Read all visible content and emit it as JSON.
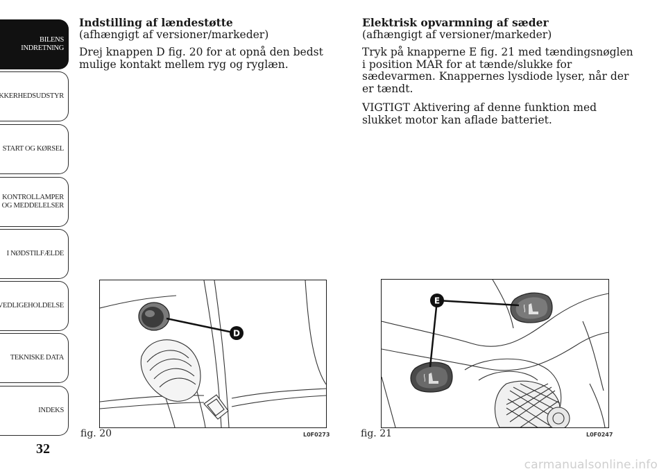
{
  "sidebar": {
    "tabs": [
      {
        "label": "BILENS\nINDRETNING",
        "active": true
      },
      {
        "label": "SIKKERHEDSUDSTYR",
        "active": false
      },
      {
        "label": "START OG KØRSEL",
        "active": false
      },
      {
        "label": "KONTROLLAMPER\nOG MEDDELELSER",
        "active": false
      },
      {
        "label": "I NØDSTILFÆLDE",
        "active": false
      },
      {
        "label": "VEDLIGEHOLDELSE",
        "active": false
      },
      {
        "label": "TEKNISKE DATA",
        "active": false
      },
      {
        "label": "INDEKS",
        "active": false
      }
    ]
  },
  "page_number": "32",
  "left_column": {
    "heading": "Indstilling af lændestøtte",
    "subheading": "(afhængigt af versioner/markeder)",
    "paragraph": "Drej knappen D fig. 20 for at opnå den bedst mulige kontakt mellem ryg og ryglæn."
  },
  "right_column": {
    "heading": "Elektrisk opvarmning af sæder",
    "subheading": "(afhængigt af versioner/markeder)",
    "paragraph1": "Tryk på knapperne E fig. 21 med tændingsnøglen i position MAR for at tænde/slukke for sædevarmen. Knappernes lysdiode lyser, når der er tændt.",
    "paragraph2": "VIGTIGT Aktivering af denne funktion med slukket motor kan aflade batteriet."
  },
  "figures": [
    {
      "caption": "fig. 20",
      "code": "L0F0273",
      "callout": "D"
    },
    {
      "caption": "fig. 21",
      "code": "L0F0247",
      "callout": "E"
    }
  ],
  "watermark": "carmanualsonline.info"
}
